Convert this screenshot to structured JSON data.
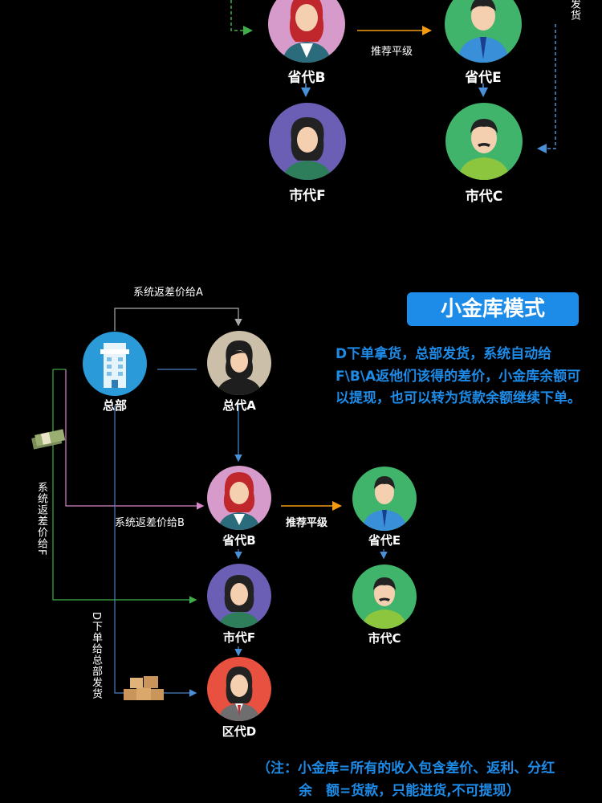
{
  "top": {
    "labels": {
      "b": "省代B",
      "e": "省代E",
      "f": "市代F",
      "c": "市代C"
    },
    "arrow_label": "推荐平级",
    "side_text": "发货"
  },
  "bottom": {
    "title": "小金库模式",
    "description": "D下单拿货，总部发货，系统自动给F\\B\\A返他们该得的差价，小金库余额可以提现，也可以转为货款余额继续下单。",
    "labels": {
      "hq": "总部",
      "a": "总代A",
      "b": "省代B",
      "e": "省代E",
      "f": "市代F",
      "c": "市代C",
      "d": "区代D"
    },
    "arrow_labels": {
      "rebate_a": "系统返差价给A",
      "rebate_b": "系统返差价给B",
      "rebate_f": "系统返差价给F",
      "recommend": "推荐平级",
      "order_d": "D下单给总部发货"
    },
    "note_line1": "（注：小金库=所有的收入包含差价、返利、分红",
    "note_line2": "余　额=货款，只能进货,不可提现）"
  },
  "colors": {
    "accent": "#1d8be8",
    "green_line": "#3fae49",
    "pink_line": "#d586c8",
    "orange_arrow": "#f39c12",
    "blue_line": "#4a7fc1"
  }
}
